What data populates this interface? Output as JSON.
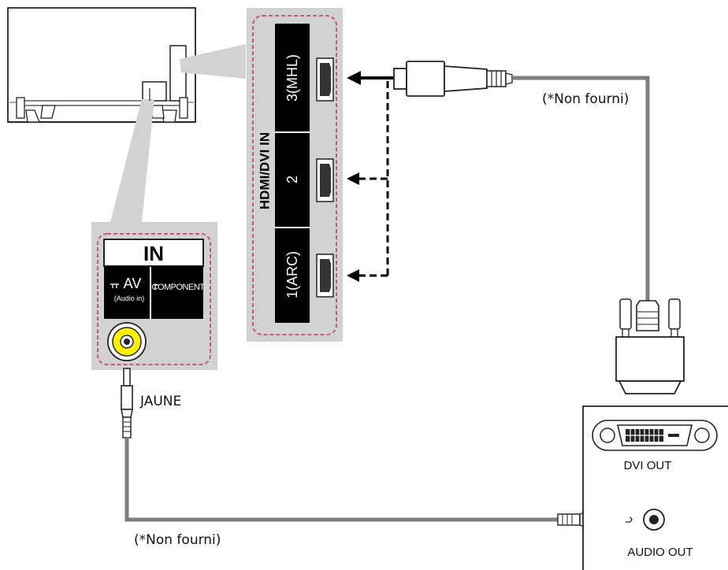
{
  "hdmi_panel": {
    "group_label": "HDMI/DVI IN",
    "ports": [
      {
        "label": "3(MHL)"
      },
      {
        "label": "2"
      },
      {
        "label": "1(ARC)"
      }
    ]
  },
  "av_panel": {
    "header": "IN",
    "av_label": "AV",
    "av_sub": "(Audio in)",
    "component_label": "COMPONENT"
  },
  "cables": {
    "hdmi_note": "(*Non fourni)",
    "av_note": "(*Non fourni)",
    "av_color": "JAUNE"
  },
  "source_device": {
    "dvi_label": "DVI OUT",
    "audio_label": "AUDIO OUT"
  },
  "colors": {
    "panel_gray": "#d2d2d2",
    "highlight_dash": "#c45a7e",
    "cable_gray": "#7f7f7f",
    "jack_yellow": "#ffef00"
  }
}
